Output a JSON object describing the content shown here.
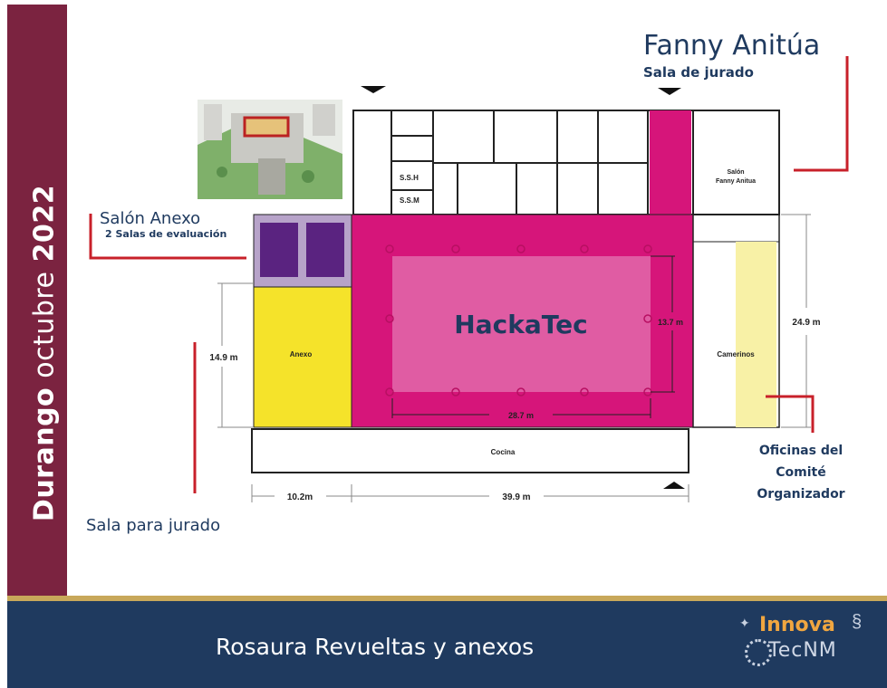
{
  "sidebar": {
    "text_light": "Durango octubre",
    "text_bold": "2022",
    "text_first": "Durango",
    "text_middle": "octubre"
  },
  "footer": {
    "title": "Rosaura Revueltas y anexos"
  },
  "logo": {
    "line1": "Innova",
    "line2": "TecNM"
  },
  "callouts": {
    "fanny_title": "Fanny Anitúa",
    "sala_de_jurado": "Sala de jurado",
    "salon_anexo": "Salón Anexo",
    "salon_anexo_sub": "2 Salas de evaluación",
    "sala_para_jurado": "Sala para jurado",
    "oficinas": "Oficinas del Comité Organizador"
  },
  "plan": {
    "main_hall": "HackaTec",
    "anexo": "Anexo",
    "cocina": "Cocina",
    "camerinos": "Camerinos",
    "salon_fanny_line1": "Salón",
    "salon_fanny_line2": "Fanny Anitua",
    "ssh": "S.S.H",
    "ssm": "S.S.M",
    "dim_stage_h": "13.7 m",
    "dim_stage_w": "28.7 m",
    "dim_right": "24.9 m",
    "dim_left": "14.9 m",
    "dim_bottom_left": "10.2m",
    "dim_bottom_total": "39.9 m"
  },
  "colors": {
    "sidebar": "#7b2340",
    "footer": "#1f3a5f",
    "hall": "#d6157a",
    "stage": "#e05ca3",
    "anexo": "#f5e32a",
    "camerinos": "#f8f1a6",
    "eval_rooms": "#5a2380",
    "callout_line": "#c8202a"
  }
}
